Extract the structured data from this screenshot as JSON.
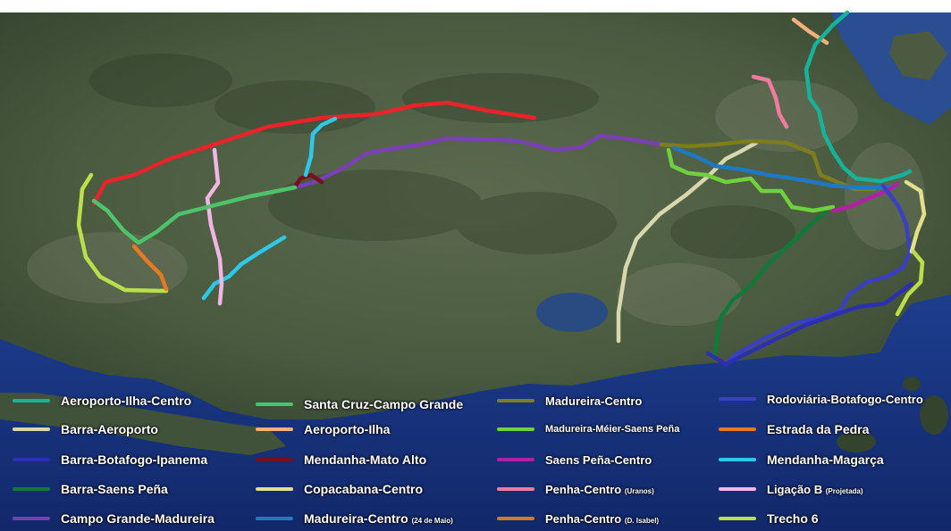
{
  "routes": [
    {
      "id": "aeroporto-ilha-centro",
      "label": "Aeroporto-Ilha-Centro",
      "note": "",
      "color": "#16b39a"
    },
    {
      "id": "barra-aeroporto",
      "label": "Barra-Aeroporto",
      "note": "",
      "color": "#d9d7ad"
    },
    {
      "id": "barra-botafogo-ipanema",
      "label": "Barra-Botafogo-Ipanema",
      "note": "",
      "color": "#2c2fb0"
    },
    {
      "id": "barra-saens-pena",
      "label": "Barra-Saens Peña",
      "note": "",
      "color": "#0f7a3a"
    },
    {
      "id": "campo-grande-madureira",
      "label": "Campo Grande-Madureira",
      "note": "",
      "color": "#7a3fb5"
    },
    {
      "id": "santa-cruz-campo-grande",
      "label": "Santa Cruz-Campo Grande",
      "note": "",
      "color": "#4ec46a"
    },
    {
      "id": "aeroporto-ilha",
      "label": "Aeroporto-Ilha",
      "note": "",
      "color": "#f5b07a"
    },
    {
      "id": "mendanha-mato-alto",
      "label": "Mendanha-Mato Alto",
      "note": "",
      "color": "#7a0f1c"
    },
    {
      "id": "copacabana-centro",
      "label": "Copacabana-Centro",
      "note": "",
      "color": "#e2e08a"
    },
    {
      "id": "madureira-centro-24",
      "label": "Madureira-Centro",
      "note": "(24 de Maio)",
      "color": "#1f78c4"
    },
    {
      "id": "madureira-centro",
      "label": "Madureira-Centro",
      "note": "",
      "color": "#7d7d1e"
    },
    {
      "id": "madureira-meier-saens-pena",
      "label": "Madureira-Méier-Saens Peña",
      "note": "",
      "color": "#6fd23c"
    },
    {
      "id": "saens-pena-centro",
      "label": "Saens Peña-Centro",
      "note": "",
      "color": "#b21fa8"
    },
    {
      "id": "penha-centro-uranos",
      "label": "Penha-Centro",
      "note": "(Uranos)",
      "color": "#f27aa0"
    },
    {
      "id": "penha-centro-d-isabel",
      "label": "Penha-Centro",
      "note": "(D. Isabel)",
      "color": "#d2792a"
    },
    {
      "id": "rodoviaria-botafogo-centro",
      "label": "Rodoviária-Botafogo-Centro",
      "note": "",
      "color": "#3b3fc4"
    },
    {
      "id": "estrada-da-pedra",
      "label": "Estrada da Pedra",
      "note": "",
      "color": "#e67a22"
    },
    {
      "id": "mendanha-magarca",
      "label": "Mendanha-Magarça",
      "note": "",
      "color": "#2ec8ea"
    },
    {
      "id": "ligacao-b",
      "label": "Ligação B",
      "note": "(Projetada)",
      "color": "#f2b6e6"
    },
    {
      "id": "trecho-6",
      "label": "Trecho 6",
      "note": "",
      "color": "#b9e04a"
    },
    {
      "id": "main-red-line",
      "label": "",
      "note": "",
      "color": "#e8232a"
    }
  ],
  "colors": {
    "ocean": "#1d3f86",
    "land": "#4a5a43",
    "ocean_glow": "#2e61c8"
  }
}
